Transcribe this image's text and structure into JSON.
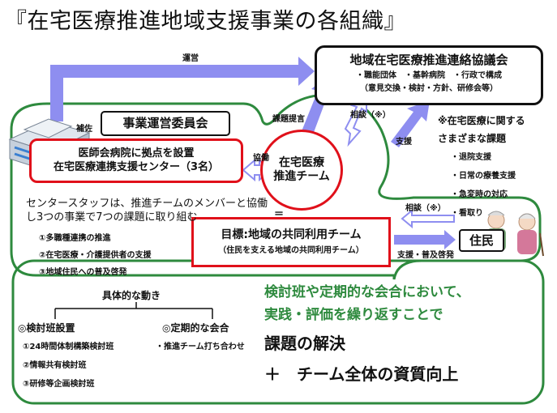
{
  "title": "『在宅医療推進地域支援事業の各組織』",
  "council": {
    "title": "地域在宅医療推進連絡協議会",
    "subtitle": "・職能団体　・基幹病院　・行政で構成",
    "note": "（意見交換・検討・方針、研修会等）"
  },
  "committee": {
    "label": "事業運営委員会"
  },
  "center": {
    "line1": "医師会病院に拠点を設置",
    "line2": "在宅医療連携支援センター（3名）"
  },
  "team": {
    "line1": "在宅医療",
    "line2": "推進チーム"
  },
  "goal": {
    "title": "目標:地域の共同利用チーム",
    "subtitle": "（住民を支える地域の共同利用チーム）"
  },
  "resident": {
    "label": "住民"
  },
  "labels": {
    "management": "運営",
    "support_assist": "補佐",
    "proposal": "課題提言",
    "consult_council": "相談（※）",
    "support": "支援",
    "cooperation": "協働",
    "equals": "＝",
    "consult_resident": "相談（※）",
    "support_awareness": "支援・普及啓発"
  },
  "issues": {
    "heading1": "※在宅医療に関する",
    "heading2": "さまざまな課題",
    "items": [
      "・退院支援",
      "・日常の療養支援",
      "・急変時の対応",
      "・看取り"
    ]
  },
  "staff_text": {
    "line1": "センタースタッフは、推進チームのメンバーと協働",
    "line2": "し3つの事業で7つの課題に取り組む",
    "items": [
      "①多職種連携の推進",
      "②在宅医療・介護提供者の支援",
      "③地域住民への普及啓発"
    ]
  },
  "activities": {
    "heading": "具体的な動き",
    "left_heading": "◎検討班設置",
    "left_items": [
      "①24時間体制構築検討班",
      "②情報共有検討班",
      "③研修等企画検討班"
    ],
    "right_heading": "◎定期的な会合",
    "right_items": [
      "・推進チーム打ち合わせ"
    ]
  },
  "summary": {
    "line1": "検討班や定期的な会合において、",
    "line2": "実践・評価を繰り返すことで",
    "line3": "課題の解決",
    "line4": "＋　チーム全体の資質向上"
  },
  "colors": {
    "accent_red": "#e0101a",
    "green_border": "#2e8a3e",
    "arrow_purple": "#8e8ef0",
    "summary_green": "#2e8a3e"
  },
  "icons": [
    "hospital-building-icon",
    "elderly-couple-icon"
  ]
}
